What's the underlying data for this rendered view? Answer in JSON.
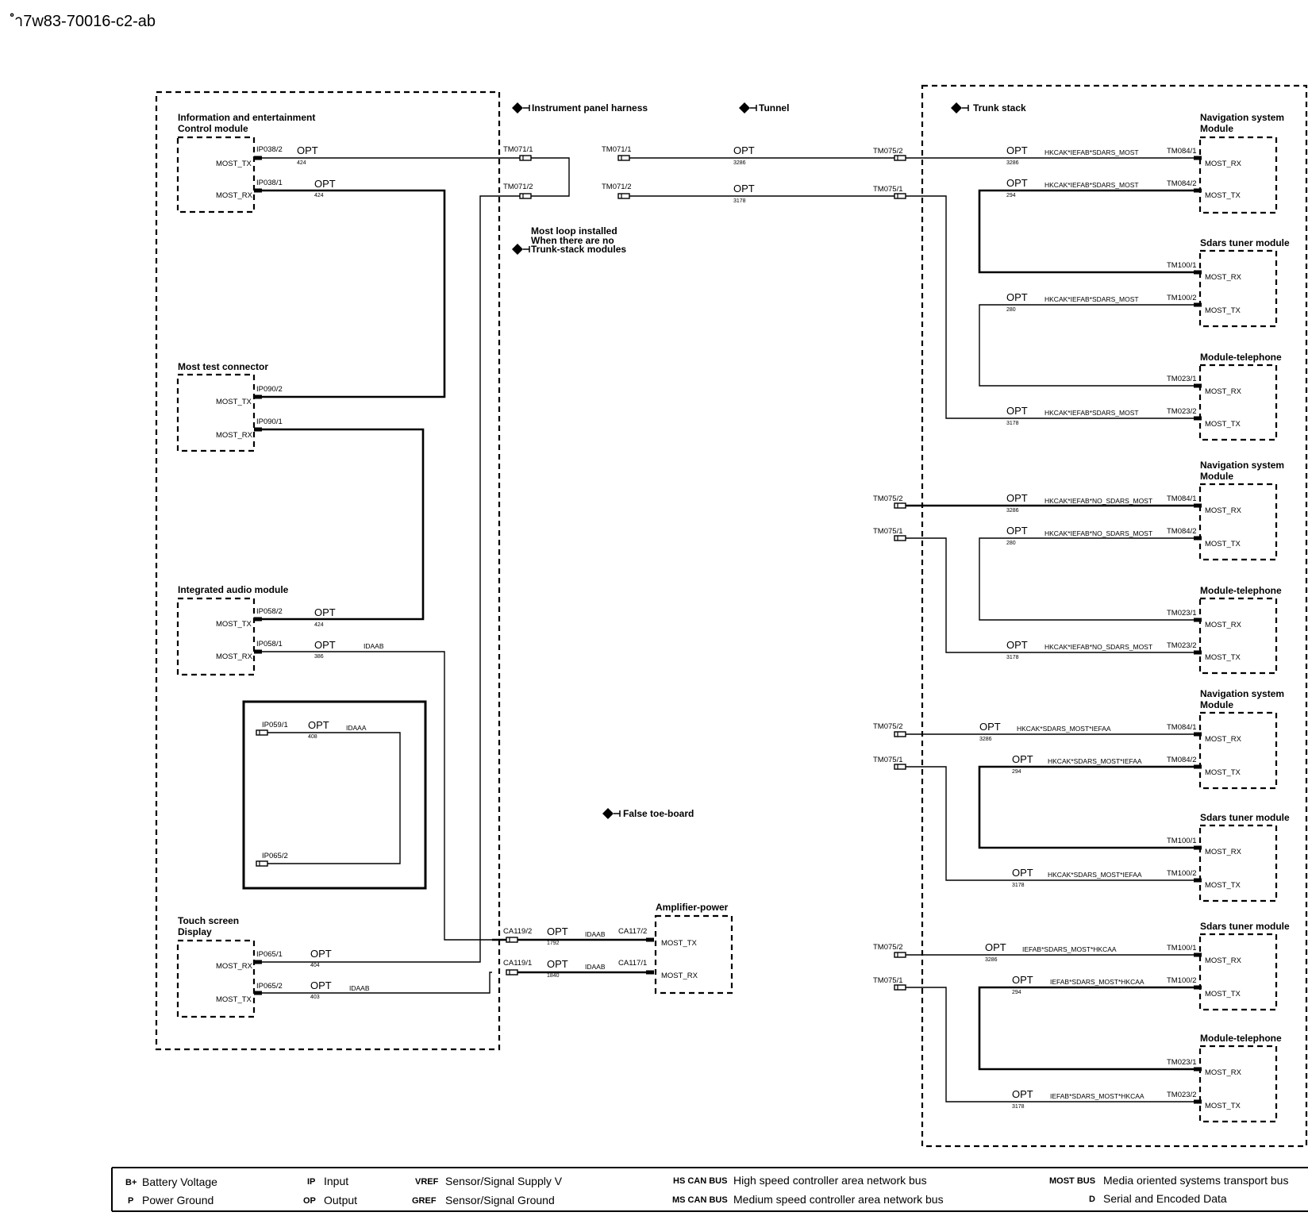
{
  "doc_id": "ำ7w83-70016-c2-ab",
  "locations": {
    "instrument_panel": "Instrument panel harness",
    "tunnel": "Tunnel",
    "trunk_stack": "Trunk stack",
    "most_loop": [
      "Most loop installed",
      "When there are no",
      "Trunk-stack modules"
    ],
    "false_toe_board": "False toe-board"
  },
  "modules": {
    "info_ent": [
      "Information and entertainment",
      "Control module"
    ],
    "most_test": "Most test connector",
    "integrated_audio": "Integrated audio module",
    "touch_screen": [
      "Touch screen",
      "Display"
    ],
    "amplifier": "Amplifier-power",
    "nav1": [
      "Navigation system",
      "Module"
    ],
    "sdars1": "Sdars tuner module",
    "tel1": "Module-telephone",
    "nav2": [
      "Navigation system",
      "Module"
    ],
    "tel2": "Module-telephone",
    "nav3": [
      "Navigation system",
      "Module"
    ],
    "sdars3": "Sdars tuner module",
    "sdars4": "Sdars tuner module",
    "tel4": "Module-telephone"
  },
  "pins": {
    "most_tx": "MOST_TX",
    "most_rx": "MOST_RX"
  },
  "connectors": {
    "ip038_2": "IP038/2",
    "ip038_1": "IP038/1",
    "ip090_2": "IP090/2",
    "ip090_1": "IP090/1",
    "ip058_2": "IP058/2",
    "ip058_1": "IP058/1",
    "ip059_1": "IP059/1",
    "ip065_2a": "IP065/2",
    "ip065_1": "IP065/1",
    "ip065_2": "IP065/2",
    "tm071_1": "TM071/1",
    "tm071_2": "TM071/2",
    "tm075_2": "TM075/2",
    "tm075_1": "TM075/1",
    "tm084_1": "TM084/1",
    "tm084_2": "TM084/2",
    "tm100_1": "TM100/1",
    "tm100_2": "TM100/2",
    "tm023_1": "TM023/1",
    "tm023_2": "TM023/2",
    "ca119_2": "CA119/2",
    "ca119_1": "CA119/1",
    "ca117_2": "CA117/2",
    "ca117_1": "CA117/1"
  },
  "wire": {
    "opt": "OPT",
    "n424": "424",
    "n3286": "3286",
    "n3178": "3178",
    "n294": "294",
    "n280": "280",
    "n386": "386",
    "n408": "408",
    "n1792": "1792",
    "n1840": "1840",
    "n404": "404",
    "n403": "403"
  },
  "circuits": {
    "idaab": "IDAAB",
    "idaaa": "IDAAA",
    "c1": "HKCAK*IEFAB*SDARS_MOST",
    "c2": "HKCAK*IEFAB*NO_SDARS_MOST",
    "c3": "HKCAK*SDARS_MOST*IEFAA",
    "c4": "IEFAB*SDARS_MOST*HKCAA"
  },
  "legend": [
    {
      "abbr": "B+",
      "text": "Battery Voltage"
    },
    {
      "abbr": "P",
      "text": "Power Ground"
    },
    {
      "abbr": "IP",
      "text": "Input"
    },
    {
      "abbr": "OP",
      "text": "Output"
    },
    {
      "abbr": "VREF",
      "text": "Sensor/Signal Supply V"
    },
    {
      "abbr": "GREF",
      "text": "Sensor/Signal Ground"
    },
    {
      "abbr": "HS CAN BUS",
      "text": "High speed controller area network bus"
    },
    {
      "abbr": "MS CAN BUS",
      "text": "Medium speed controller area network bus"
    },
    {
      "abbr": "MOST BUS",
      "text": "Media oriented systems transport bus"
    },
    {
      "abbr": "D",
      "text": "Serial and Encoded Data"
    }
  ]
}
